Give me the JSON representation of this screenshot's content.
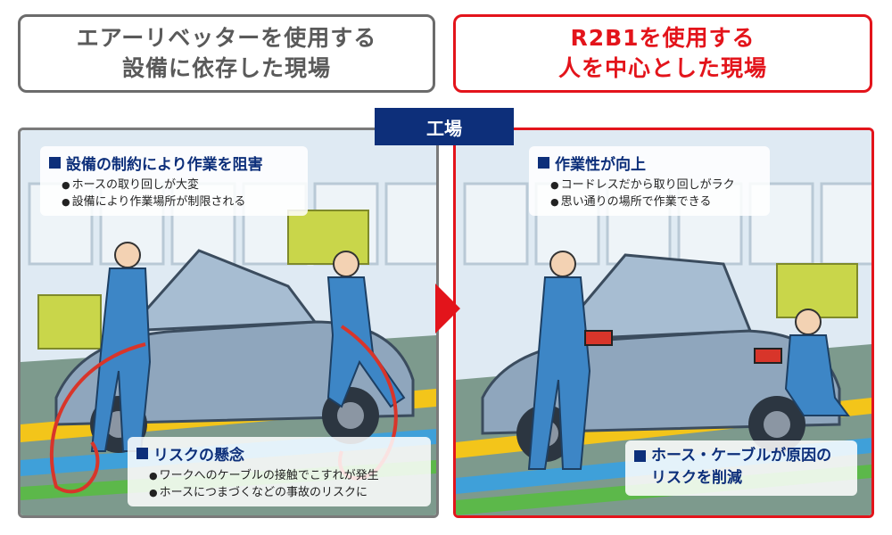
{
  "header_left": {
    "line1": "エアーリベッターを使用する",
    "line2": "設備に依存した現場"
  },
  "header_right": {
    "line1": "R2B1を使用する",
    "line2": "人を中心とした現場"
  },
  "center_badge": "工場",
  "left_panel": {
    "top_note": {
      "title": "設備の制約により作業を阻害",
      "items": [
        "ホースの取り回しが大変",
        "設備により作業場所が制限される"
      ]
    },
    "bottom_note": {
      "title": "リスクの懸念",
      "items": [
        "ワークへのケーブルの接触でこすれが発生",
        "ホースにつまづくなどの事故のリスクに"
      ]
    }
  },
  "right_panel": {
    "top_note": {
      "title": "作業性が向上",
      "items": [
        "コードレスだから取り回しがラク",
        "思い通りの場所で作業できる"
      ]
    },
    "bottom_note": {
      "line1": "ホース・ケーブルが原因の",
      "line2": "リスクを削減"
    }
  },
  "colors": {
    "gray_border": "#6b6b6b",
    "red_accent": "#e3141b",
    "navy": "#0d2f7a",
    "car": "#8fa6bd",
    "worker": "#3d86c6"
  }
}
